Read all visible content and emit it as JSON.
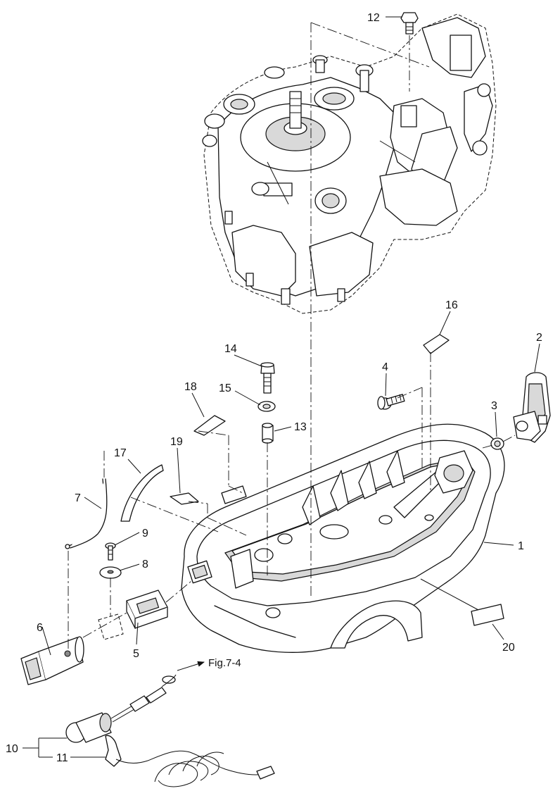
{
  "callouts": {
    "c1": "1",
    "c2": "2",
    "c3": "3",
    "c4": "4",
    "c5": "5",
    "c6": "6",
    "c7": "7",
    "c8": "8",
    "c9": "9",
    "c10": "10",
    "c11": "11",
    "c12": "12",
    "c13": "13",
    "c14": "14",
    "c15": "15",
    "c16": "16",
    "c17": "17",
    "c18": "18",
    "c19": "19",
    "c20": "20"
  },
  "reference": "Fig.7-4"
}
